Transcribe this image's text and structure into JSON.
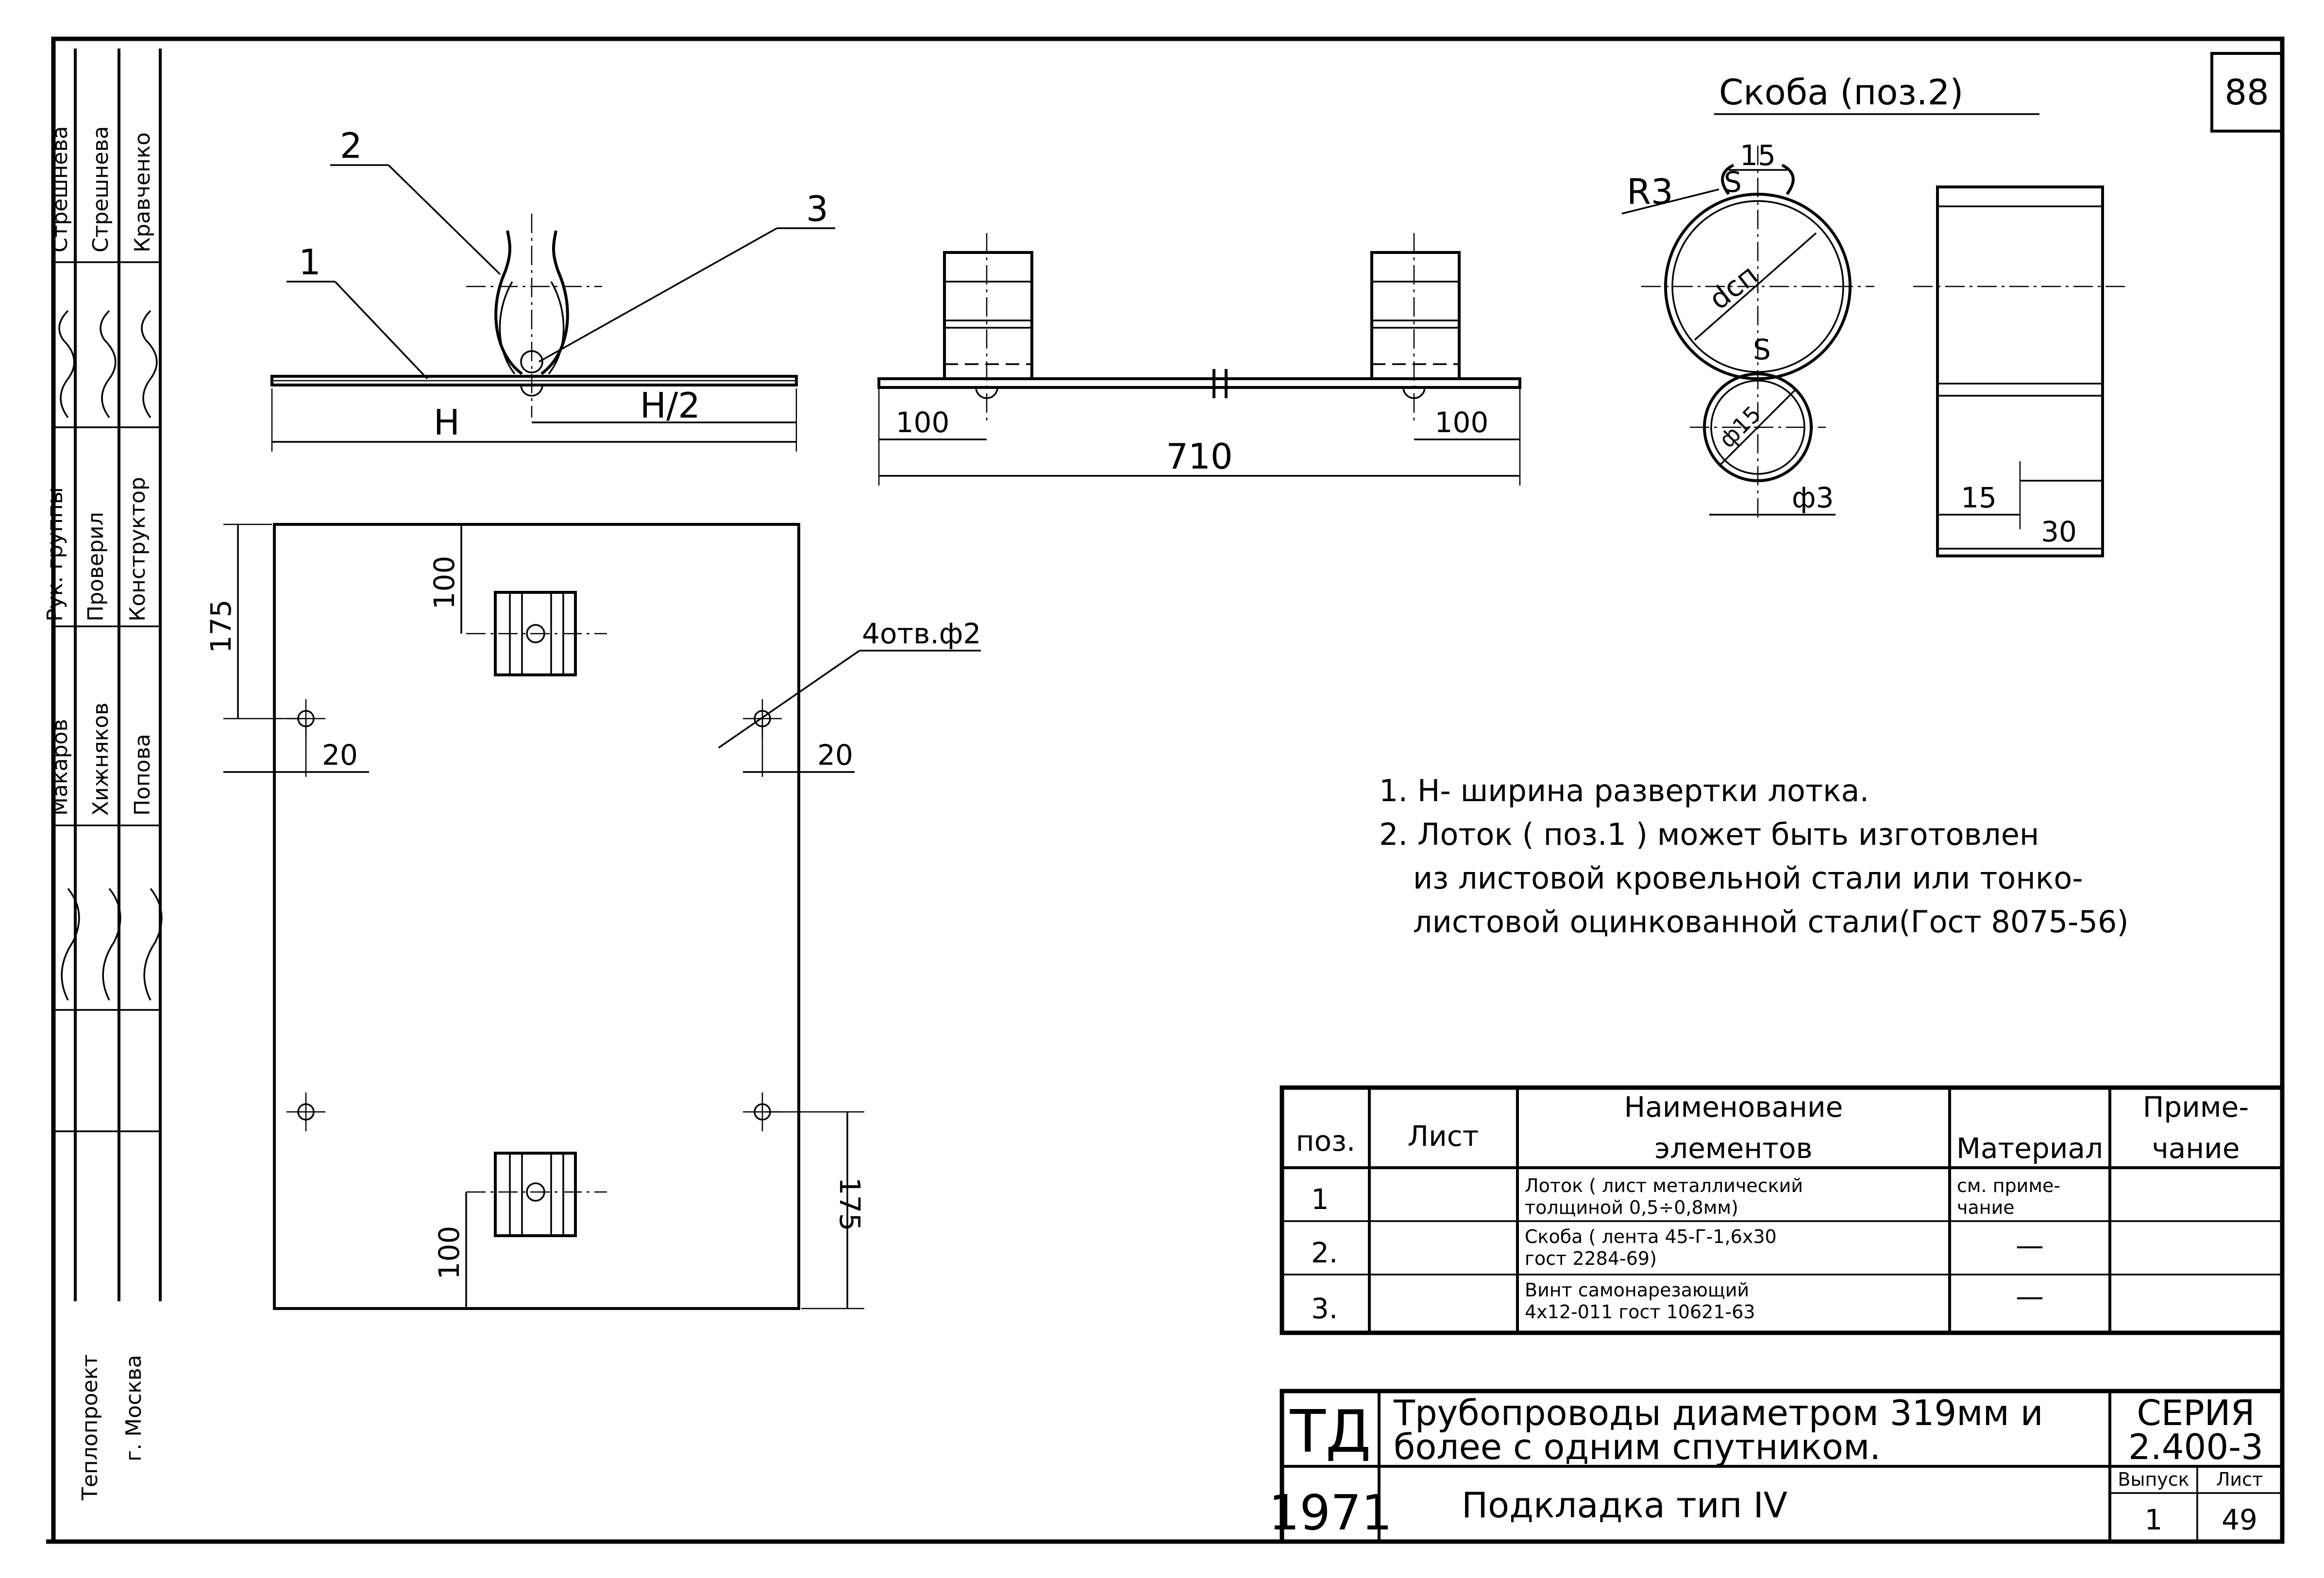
{
  "sheet_number": "88",
  "left_strip": {
    "org": "Теплопроект",
    "city": "г. Москва",
    "roles": [
      {
        "role": "Рук. группы",
        "name": "Макаров"
      },
      {
        "role": "Проверил",
        "name": "Хижняков"
      },
      {
        "role": "Конструктор",
        "name": "Попова"
      }
    ],
    "checkers": [
      {
        "name": "Стрешнева"
      },
      {
        "name": "Стрешнева"
      },
      {
        "name": "Кравченко"
      }
    ]
  },
  "callouts": {
    "pos1": "1",
    "pos2": "2",
    "pos3": "3",
    "holes": "4отв.ф2"
  },
  "dims": {
    "H": "H",
    "H_half": "H/2",
    "d100": "100",
    "d710": "710",
    "d175": "175",
    "d20": "20",
    "d15": "15",
    "d30": "30",
    "R3": "R3",
    "S": "S",
    "dcp": "dсп",
    "phi15": "ф15",
    "phi3": "ф3"
  },
  "bracket_title": "Скоба (поз.2)",
  "notes": [
    "1. Н- ширина развертки лотка.",
    "2. Лоток ( поз.1 ) может быть изготовлен",
    "из листовой кровельной стали или тонко-",
    "листовой оцинкованной стали(Гост 8075-56)"
  ],
  "spec_table": {
    "headers": {
      "pos": "поз.",
      "sheet": "Лист",
      "name_line1": "Наименование",
      "name_line2": "элементов",
      "material": "Материал",
      "note_line1": "Приме-",
      "note_line2": "чание"
    },
    "rows": [
      {
        "pos": "1",
        "sheet": "",
        "name_line1": "Лоток ( лист металлический",
        "name_line2": "толщиной 0,5÷0,8мм)",
        "material_line1": "см. приме-",
        "material_line2": "чание",
        "note": ""
      },
      {
        "pos": "2.",
        "sheet": "",
        "name_line1": "Скоба ( лента 45-Г-1,6х30",
        "name_line2": "гост 2284-69)",
        "material_line1": "—",
        "material_line2": "",
        "note": ""
      },
      {
        "pos": "3.",
        "sheet": "",
        "name_line1": "Винт самонарезающий",
        "name_line2": "4х12-011 гост 10621-63",
        "material_line1": "—",
        "material_line2": "",
        "note": ""
      }
    ]
  },
  "title_block": {
    "logo": "ТД",
    "year": "1971",
    "title_line1": "Трубопроводы диаметром 319мм и",
    "title_line2": "более с одним спутником.",
    "subtitle": "Подкладка тип IV",
    "series_label": "СЕРИЯ",
    "series_value": "2.400-3",
    "issue_label": "Выпуск",
    "issue_value": "1",
    "sheet_label": "Лист",
    "sheet_value": "49"
  }
}
